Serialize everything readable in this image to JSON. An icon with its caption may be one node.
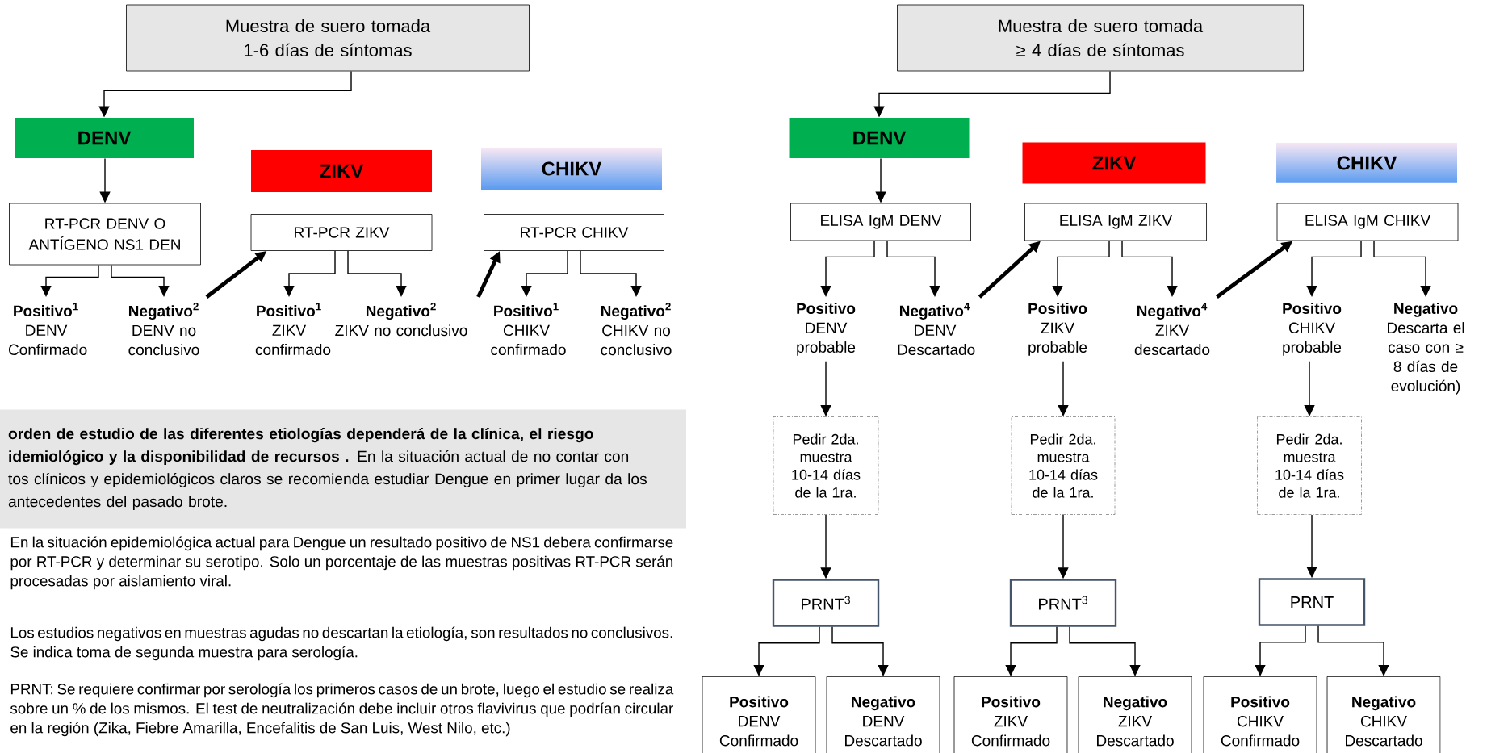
{
  "diagram": {
    "nodes": [
      {
        "text": [
          "Muestra de suero tomada 1-6 días de síntomas"
        ]
      },
      {
        "text": [
          "DENV"
        ]
      },
      {
        "text": [
          "ZIKV"
        ]
      },
      {
        "text": [
          "CHIKV"
        ]
      },
      {
        "text": [
          "RT-PCR DENV O ANTÍGENO NS1 DEN"
        ]
      },
      {
        "text": [
          "RT-PCR ZIKV"
        ]
      },
      {
        "text": [
          "RT-PCR CHIKV"
        ]
      },
      {
        "text": [
          "Positivo$^{1}$",
          "DENV Confirmado"
        ]
      },
      {
        "text": [
          "Negativo$^{2}$",
          "DENV no conclusivo"
        ]
      },
      {
        "text": [
          "Positivo$^{1}$",
          "ZIKV confirmado"
        ]
      },
      {
        "text": [
          "Negativo$^{2}$",
          "ZIKV no conclusivo"
        ]
      },
      {
        "text": [
          "Positivo$^{1}$",
          "CHIKV confirmado"
        ]
      },
      {
        "text": [
          "Negativo$^{2}$",
          "CHIKV no conclusivo"
        ]
      },
      {
        "text": [
          "Muestra de suero tomada ≥ 4 días de síntomas"
        ]
      },
      {
        "text": [
          "DENV"
        ]
      },
      {
        "text": [
          "ZIKV"
        ]
      },
      {
        "text": [
          "CHIKV"
        ]
      },
      {
        "text": [
          "ELISA IgM DENV"
        ]
      },
      {
        "text": [
          "ELISA IgM ZIKV"
        ]
      },
      {
        "text": [
          "ELISA IgM CHIKV"
        ]
      },
      {
        "text": [
          "Positivo",
          "DENV probable"
        ]
      },
      {
        "text": [
          "Negativo$^{4}$",
          "DENV Descartado"
        ]
      },
      {
        "text": [
          "Positivo",
          "ZIKV probable"
        ]
      },
      {
        "text": [
          "Negativo$^{4}$",
          "ZIKV descartado"
        ]
      },
      {
        "text": [
          "Positivo",
          "CHIKV probable"
        ]
      },
      {
        "text": [
          "Negativo",
          "Descarta el caso con ≥ 8 días de evolución)"
        ]
      },
      {
        "text": [
          "Pedir 2da. muestra 10-14 días de la 1ra."
        ]
      },
      {
        "text": [
          "Pedir 2da. muestra 10-14 días de la 1ra."
        ]
      },
      {
        "text": [
          "Pedir 2da. muestra 10-14 días de la 1ra."
        ]
      },
      {
        "text": [
          "PRNT$^{3}$"
        ]
      },
      {
        "text": [
          "PRNT$^{3}$"
        ]
      },
      {
        "text": [
          "PRNT"
        ]
      },
      {
        "text": [
          "Positivo",
          "DENV Confirmado"
        ]
      },
      {
        "text": [
          "Negativo",
          "DENV Descartado"
        ]
      },
      {
        "text": [
          "Positivo",
          "ZIKV Confirmado"
        ]
      },
      {
        "text": [
          "Negativo",
          "ZIKV Descartado"
        ]
      },
      {
        "text": [
          "Positivo",
          "CHIKV Confirmado"
        ]
      },
      {
        "text": [
          "Negativo",
          "CHIKV Descartado"
        ]
      },
      {
        "text": [
          "**orden de estudio de las diferentes etiologías dependerá de la clínica, el riesgo idemiológico y la disponibilidad de recursos .** En la situación actual de no contar con tos clínicos y epidemiológicos claros se recomienda estudiar Dengue en primer lugar da los antecedentes del pasado brote."
        ]
      }
    ],
    "edges": [
      {
        "from": 0,
        "to": 1,
        "arrow": "to"
      },
      {
        "from": 1,
        "to": 4,
        "arrow": "to"
      },
      {
        "from": 4,
        "to": 7,
        "arrow": "to"
      },
      {
        "from": 4,
        "to": 8,
        "arrow": "to"
      },
      {
        "from": 8,
        "to": 5,
        "arrow": "to",
        "style": "thick"
      },
      {
        "from": 5,
        "to": 9,
        "arrow": "to"
      },
      {
        "from": 5,
        "to": 10,
        "arrow": "to"
      },
      {
        "from": 10,
        "to": 6,
        "arrow": "to",
        "style": "thick"
      },
      {
        "from": 6,
        "to": 11,
        "arrow": "to"
      },
      {
        "from": 6,
        "to": 12,
        "arrow": "to"
      },
      {
        "from": 13,
        "to": 14,
        "arrow": "to"
      },
      {
        "from": 14,
        "to": 17,
        "arrow": "to"
      },
      {
        "from": 17,
        "to": 20,
        "arrow": "to"
      },
      {
        "from": 17,
        "to": 21,
        "arrow": "to"
      },
      {
        "from": 21,
        "to": 18,
        "arrow": "to",
        "style": "thick"
      },
      {
        "from": 18,
        "to": 22,
        "arrow": "to"
      },
      {
        "from": 18,
        "to": 23,
        "arrow": "to"
      },
      {
        "from": 23,
        "to": 19,
        "arrow": "to",
        "style": "thick"
      },
      {
        "from": 19,
        "to": 24,
        "arrow": "to"
      },
      {
        "from": 19,
        "to": 25,
        "arrow": "to"
      },
      {
        "from": 20,
        "to": 26,
        "arrow": "to"
      },
      {
        "from": 22,
        "to": 27,
        "arrow": "to"
      },
      {
        "from": 24,
        "to": 28,
        "arrow": "to"
      },
      {
        "from": 26,
        "to": 29,
        "arrow": "to"
      },
      {
        "from": 27,
        "to": 30,
        "arrow": "to"
      },
      {
        "from": 28,
        "to": 31,
        "arrow": "to"
      },
      {
        "from": 29,
        "to": 32,
        "arrow": "to"
      },
      {
        "from": 29,
        "to": 33,
        "arrow": "to"
      },
      {
        "from": 30,
        "to": 34,
        "arrow": "to"
      },
      {
        "from": 30,
        "to": 35,
        "arrow": "to"
      },
      {
        "from": 31,
        "to": 36,
        "arrow": "to"
      },
      {
        "from": 31,
        "to": 37,
        "arrow": "to"
      }
    ],
    "labels": [
      "En la situación epidemiológica actual para Dengue un resultado positivo de NS1 debera confirmarse por RT-PCR y determinar su serotipo. Solo un porcentaje de las muestras positivas RT-PCR serán procesadas por aislamiento viral.",
      "Los estudios negativos en muestras agudas no descartan la etiología, son resultados no conclusivos. Se indica toma de segunda muestra para serología.",
      "PRNT: Se requiere confirmar por serología los primeros casos de un brote, luego el estudio se realiza sobre un % de los mismos. El test de neutralización debe incluir otros flavivirus que podrían circular en la región (Zika, Fiebre Amarilla, Encefalitis de San Luis, West Nilo, etc.)"
    ]
  }
}
